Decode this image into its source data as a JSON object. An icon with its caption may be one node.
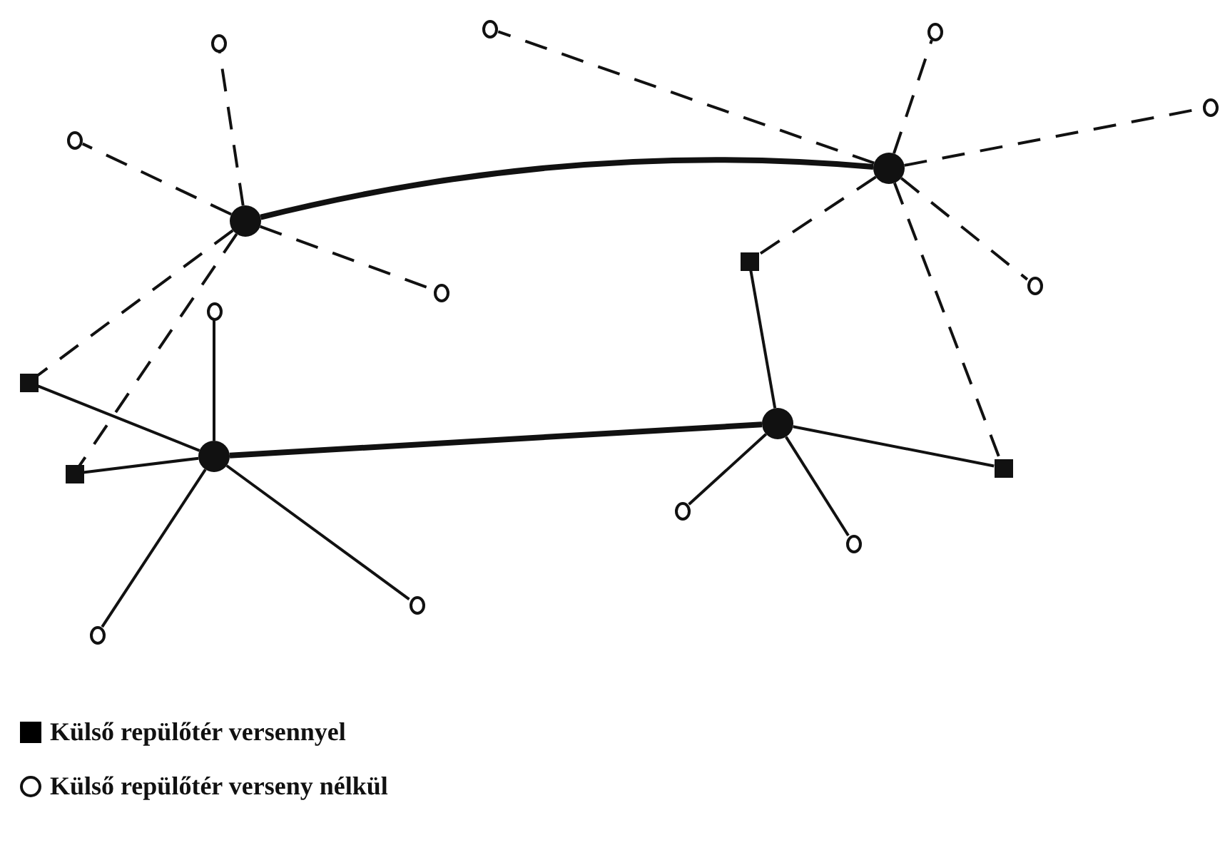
{
  "diagram": {
    "nodes": [
      {
        "text": [],
        "shape": "circle"
      },
      {
        "text": [],
        "shape": "circle"
      },
      {
        "text": [],
        "shape": "circle"
      },
      {
        "text": [],
        "shape": "circle"
      },
      {
        "text": [],
        "shape": "circle"
      },
      {
        "text": [],
        "shape": "dot"
      },
      {
        "text": [],
        "shape": "dot"
      },
      {
        "text": [],
        "shape": "box"
      },
      {
        "text": [],
        "shape": "circle"
      },
      {
        "text": [],
        "shape": "circle"
      },
      {
        "text": [],
        "shape": "circle"
      },
      {
        "text": [],
        "shape": "box"
      },
      {
        "text": [],
        "shape": "dot"
      },
      {
        "text": [],
        "shape": "dot"
      },
      {
        "text": [],
        "shape": "box"
      },
      {
        "text": [],
        "shape": "box"
      },
      {
        "text": [],
        "shape": "circle"
      },
      {
        "text": [],
        "shape": "circle"
      },
      {
        "text": [],
        "shape": "circle"
      },
      {
        "text": [],
        "shape": "circle"
      }
    ],
    "edges": [
      {
        "from": 6,
        "to": 5,
        "arrow": "none",
        "style": "thick"
      },
      {
        "from": 13,
        "to": 12,
        "arrow": "none",
        "style": "thick"
      },
      {
        "from": 6,
        "to": 2,
        "arrow": "none",
        "style": "dashed"
      },
      {
        "from": 6,
        "to": 4,
        "arrow": "none",
        "style": "dashed"
      },
      {
        "from": 6,
        "to": 9,
        "arrow": "none",
        "style": "dashed"
      },
      {
        "from": 6,
        "to": 11,
        "arrow": "none",
        "style": "dashed"
      },
      {
        "from": 6,
        "to": 15,
        "arrow": "none",
        "style": "dashed"
      },
      {
        "from": 5,
        "to": 0,
        "arrow": "none",
        "style": "dashed"
      },
      {
        "from": 5,
        "to": 1,
        "arrow": "none",
        "style": "dashed"
      },
      {
        "from": 5,
        "to": 3,
        "arrow": "none",
        "style": "dashed"
      },
      {
        "from": 5,
        "to": 8,
        "arrow": "none",
        "style": "dashed"
      },
      {
        "from": 5,
        "to": 7,
        "arrow": "none",
        "style": "dashed"
      },
      {
        "from": 5,
        "to": 14,
        "arrow": "none",
        "style": "dashed"
      },
      {
        "from": 13,
        "to": 10,
        "arrow": "none"
      },
      {
        "from": 13,
        "to": 11,
        "arrow": "none"
      },
      {
        "from": 13,
        "to": 15,
        "arrow": "none"
      },
      {
        "from": 13,
        "to": 19,
        "arrow": "none"
      },
      {
        "from": 13,
        "to": 18,
        "arrow": "none"
      },
      {
        "from": 12,
        "to": 7,
        "arrow": "none"
      },
      {
        "from": 12,
        "to": 14,
        "arrow": "none"
      },
      {
        "from": 12,
        "to": 16,
        "arrow": "none"
      },
      {
        "from": 12,
        "to": 17,
        "arrow": "none"
      }
    ],
    "legend": [
      {
        "text": "Külső repülőtér versennyel",
        "color": "#000000"
      },
      {
        "text": "Külső repülőtér verseny nélkül"
      }
    ]
  }
}
